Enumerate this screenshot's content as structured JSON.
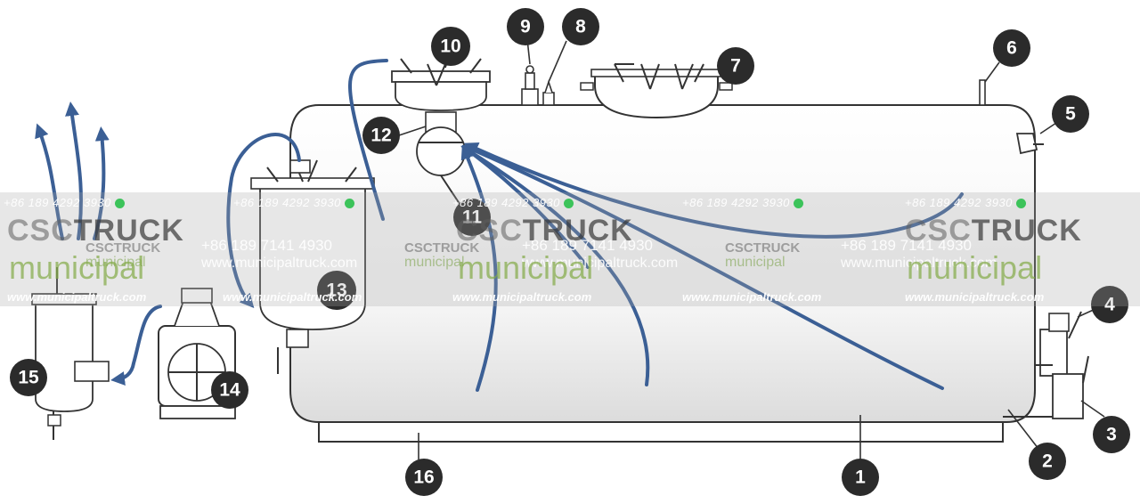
{
  "callouts": [
    {
      "id": "c1",
      "label": "1"
    },
    {
      "id": "c2",
      "label": "2"
    },
    {
      "id": "c3",
      "label": "3"
    },
    {
      "id": "c4",
      "label": "4"
    },
    {
      "id": "c5",
      "label": "5"
    },
    {
      "id": "c6",
      "label": "6"
    },
    {
      "id": "c7",
      "label": "7"
    },
    {
      "id": "c8",
      "label": "8"
    },
    {
      "id": "c9",
      "label": "9"
    },
    {
      "id": "c10",
      "label": "10"
    },
    {
      "id": "c11",
      "label": "11"
    },
    {
      "id": "c12",
      "label": "12"
    },
    {
      "id": "c13",
      "label": "13"
    },
    {
      "id": "c14",
      "label": "14"
    },
    {
      "id": "c15",
      "label": "15"
    },
    {
      "id": "c16",
      "label": "16"
    }
  ],
  "watermark": {
    "brand_csc": "CSC",
    "brand_truck": "TRUCK",
    "sub": "municipal",
    "phone_top": "+86 189 4292 3930",
    "phone_mid": "+86 189 7141 4930",
    "url_mid": "www.municipaltruck.com",
    "url_bottom": "www.municipaltruck.com"
  },
  "colors": {
    "flow_arrow": "#3b5f95",
    "callout_bg": "#2b2b2b",
    "watermark_green": "#82aa46",
    "whatsapp": "#3cc35a"
  }
}
